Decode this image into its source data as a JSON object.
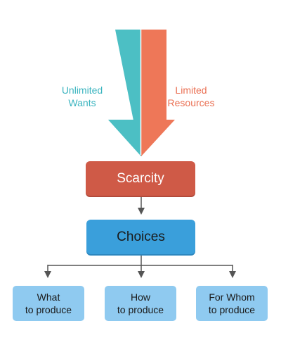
{
  "colors": {
    "unlimited_arrow": "#4cbfc4",
    "limited_arrow": "#ee7758",
    "unlimited_text": "#3ab4bf",
    "limited_text": "#ea6f52",
    "scarcity_box": "#cf5a47",
    "choices_box": "#3a9fdb",
    "option_box": "#8fcaf0",
    "connector": "#555555"
  },
  "inputs": {
    "unlimited_wants": {
      "line1": "Unlimited",
      "line2": "Wants"
    },
    "limited_resources": {
      "line1": "Limited",
      "line2": "Resources"
    }
  },
  "nodes": {
    "scarcity": "Scarcity",
    "choices": "Choices"
  },
  "options": [
    {
      "line1": "What",
      "line2": "to produce"
    },
    {
      "line1": "How",
      "line2": "to produce"
    },
    {
      "line1": "For Whom",
      "line2": "to produce"
    }
  ]
}
